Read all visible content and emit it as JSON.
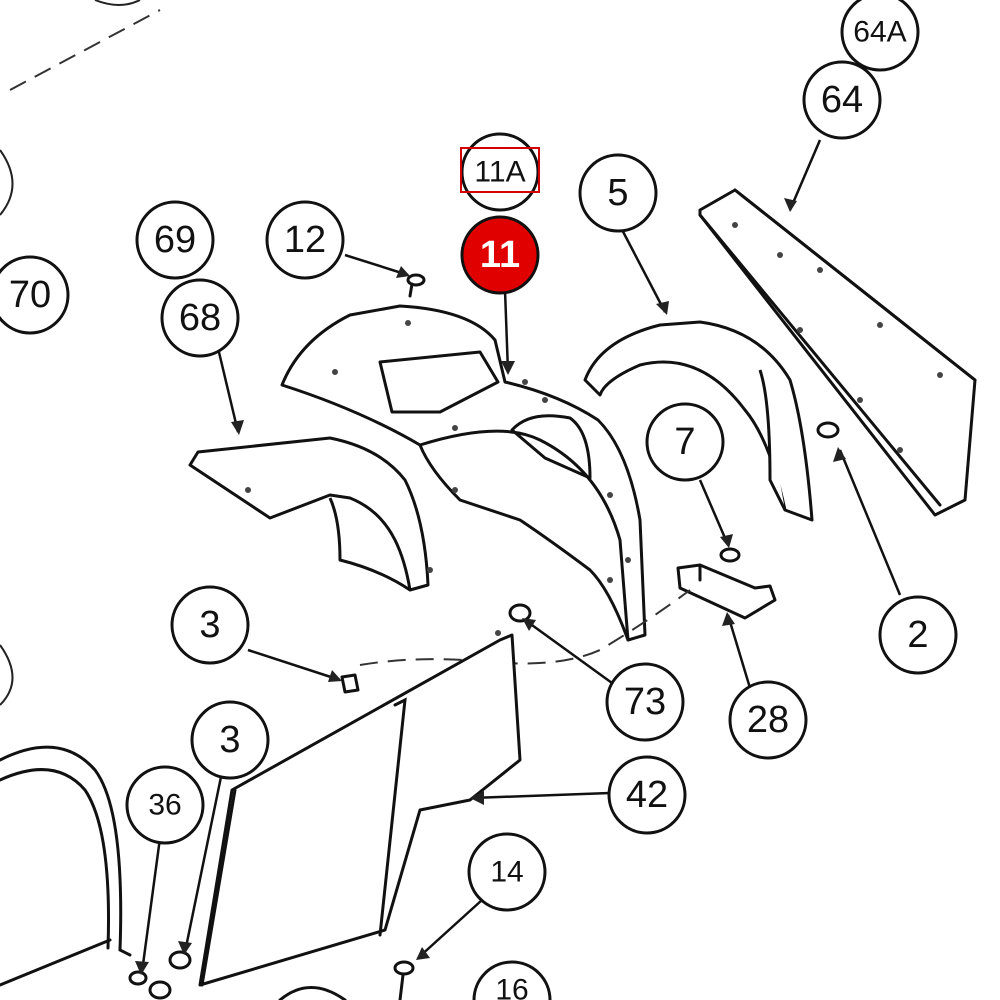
{
  "diagram": {
    "highlight_color": "#e00000",
    "selection_box_color": "#d40000",
    "callouts": [
      {
        "id": "64a",
        "label": "64A"
      },
      {
        "id": "64",
        "label": "64"
      },
      {
        "id": "11a",
        "label": "11A"
      },
      {
        "id": "11",
        "label": "11",
        "highlighted": true
      },
      {
        "id": "5",
        "label": "5"
      },
      {
        "id": "69",
        "label": "69"
      },
      {
        "id": "12",
        "label": "12"
      },
      {
        "id": "70",
        "label": "70"
      },
      {
        "id": "68",
        "label": "68"
      },
      {
        "id": "7",
        "label": "7"
      },
      {
        "id": "2",
        "label": "2"
      },
      {
        "id": "3a",
        "label": "3"
      },
      {
        "id": "73",
        "label": "73"
      },
      {
        "id": "28",
        "label": "28"
      },
      {
        "id": "3b",
        "label": "3"
      },
      {
        "id": "42",
        "label": "42"
      },
      {
        "id": "36",
        "label": "36"
      },
      {
        "id": "14",
        "label": "14"
      },
      {
        "id": "16",
        "label": "16"
      }
    ]
  }
}
